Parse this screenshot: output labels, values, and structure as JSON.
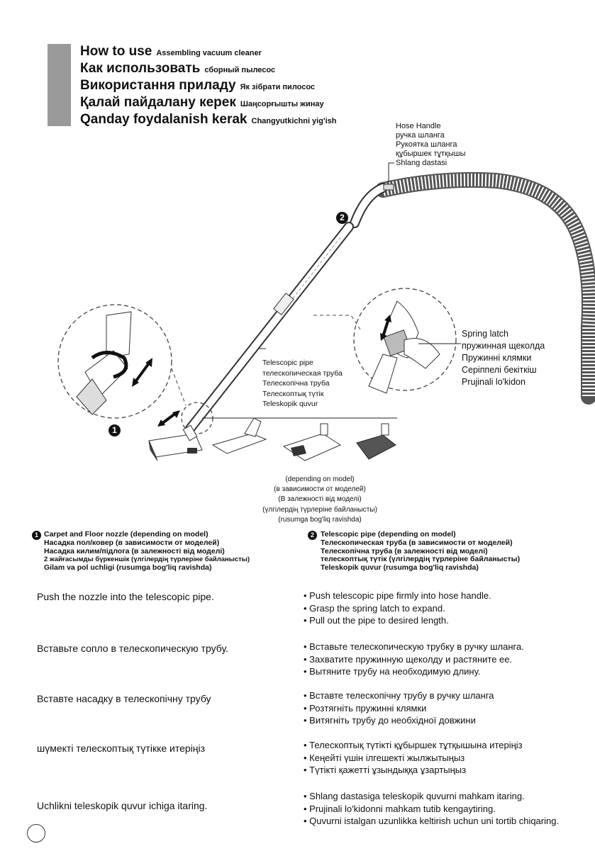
{
  "titles": [
    {
      "big": "How to use",
      "small": "Assembling vacuum cleaner"
    },
    {
      "big": "Как использовать",
      "small": "сборный пылесос"
    },
    {
      "big": "Використання приладу",
      "small": "Як зібрати пилосос"
    },
    {
      "big": "Қалай пайдалану керек",
      "small": "Шаңсорғышты жинау"
    },
    {
      "big": "Qanday foydalanish kerak",
      "small": "Changyutkichni yig'ish"
    }
  ],
  "hose_handle": [
    "Hose Handle",
    "ручка шланга",
    "Рукоятка шланга",
    "құбыршек тұтқышы",
    "Shlang dastasi"
  ],
  "spring_latch": [
    "Spring latch",
    "пружинная щеколда",
    "Пружинні клямки",
    "Серіппелі бекіткіш",
    "Prujinali lo'kidon"
  ],
  "telescopic_pipe": [
    "Telescopic pipe",
    "телескопическая труба",
    "Телескопічна труба",
    "Телескоптық түтік",
    "Teleskopik quvur"
  ],
  "depending": [
    "(depending on model)",
    "(в зависимости от моделей)",
    "(В залежності від моделі)",
    "(үлгілердің түрлеріне байланысты)",
    "(rusumga bog'liq ravishda)"
  ],
  "step_numbers": [
    "1",
    "2"
  ],
  "section1_header": [
    "Carpet and Floor nozzle (depending on model)",
    "Насадка пол/ковер (в зависимости от моделей)",
    "Насадка килим/підлога (в залежності від моделі)",
    "2 жайғасымды  бүркеншік (үлгілердің түрлеріне байланысты)",
    "Gilam va pol uchligi (rusumga bog'liq ravishda)"
  ],
  "section2_header": [
    "Telescopic pipe (depending on model)",
    "Телескопическая труба (в зависимости от моделей)",
    "Телескопічна труба (в залежності від моделі)",
    "телескоптық түтік (үлгілердің түрлеріне байланысты)",
    "Teleskopik quvur (rusumga bog'liq ravishda)"
  ],
  "left_instructions": [
    "Push the nozzle into the telescopic pipe.",
    "Вставьте сопло в телескопическую трубу.",
    "Вставте насадку  в телескопічну трубу",
    "шүмекті телескоптық түтікке итеріңіз",
    "Uchlikni teleskopik quvur ichiga itaring."
  ],
  "right_instructions": [
    [
      "Push telescopic pipe firmly into hose handle.",
      "Grasp the spring latch to expand.",
      "Pull out the pipe to desired length."
    ],
    [
      "Вставьте телескопическую трубку в ручку шланга.",
      "Захватите пружинную щеколду и растяните ее.",
      "Вытяните трубу на необходимую длину."
    ],
    [
      "Вставте телескопічну трубу в ручку шланга",
      "Розтягніть пружинні клямки",
      "Витягніть трубу до необхідної довжини"
    ],
    [
      "Телескоптық түтікті құбыршек тұтқышына итеріңіз",
      "Кеңейті үшін ілгешекті жылжытыңыз",
      "Түтікті қажетті ұзындыққа ұзартыңыз"
    ],
    [
      "Shlang dastasiga teleskopik quvurni mahkam itaring.",
      "Prujinali lo'kidonni mahkam tutib kengaytiring.",
      "Quvurni istalgan uzunlikka keltirish uchun uni tortib chiqaring."
    ]
  ]
}
